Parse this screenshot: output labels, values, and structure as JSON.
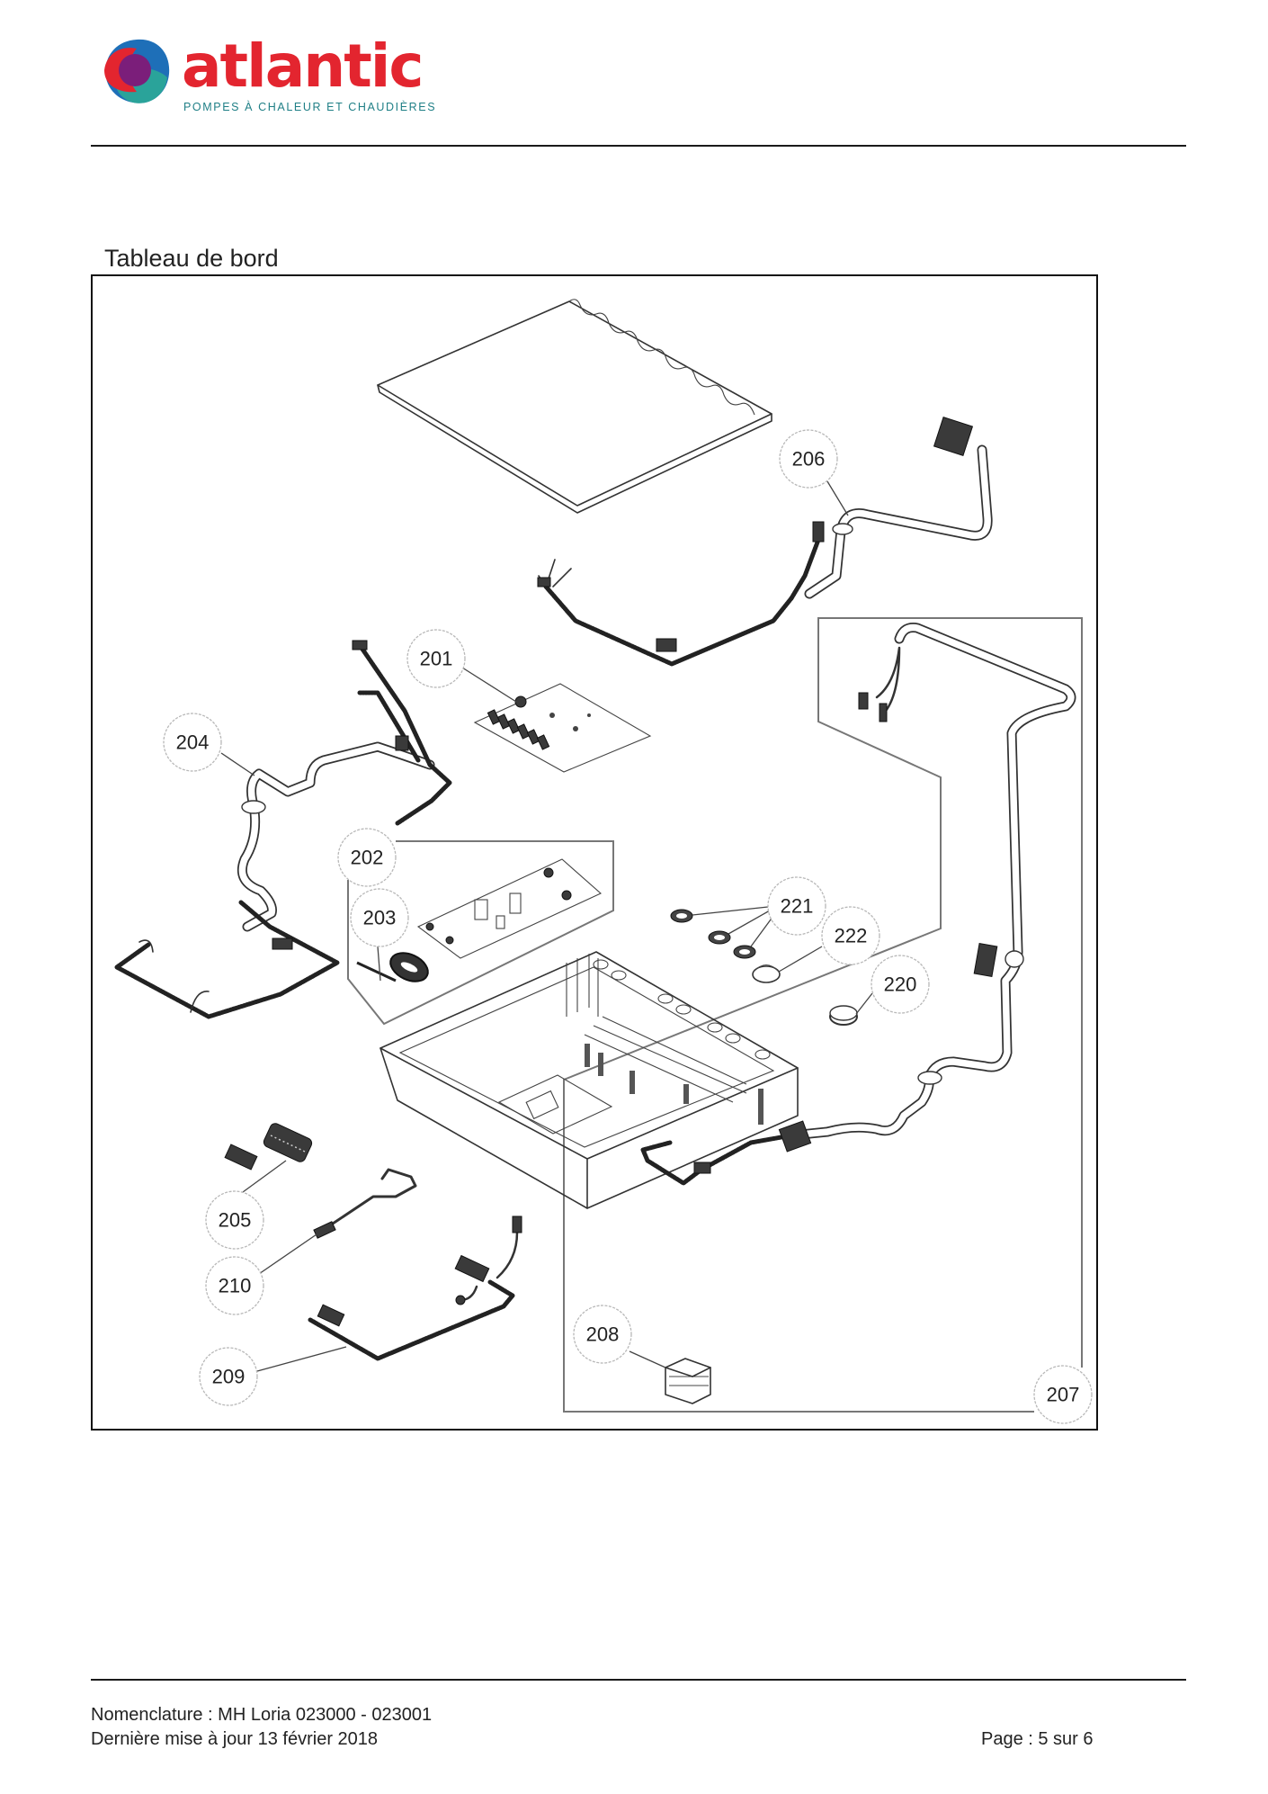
{
  "header": {
    "brand_name": "atlantic",
    "brand_tagline": "POMPES À CHALEUR ET CHAUDIÈRES",
    "logo_icon": "atlantic-logo-icon",
    "brand_colors": {
      "red": "#e3252f",
      "purple": "#7b1e7a",
      "blue": "#1e6fb8",
      "teal": "#2aa39a",
      "tagline": "#1f7f86"
    }
  },
  "section": {
    "title": "Tableau de bord"
  },
  "diagram": {
    "callouts": [
      {
        "id": "201",
        "label": "201"
      },
      {
        "id": "202",
        "label": "202"
      },
      {
        "id": "203",
        "label": "203"
      },
      {
        "id": "204",
        "label": "204"
      },
      {
        "id": "205",
        "label": "205"
      },
      {
        "id": "206",
        "label": "206"
      },
      {
        "id": "207",
        "label": "207"
      },
      {
        "id": "208",
        "label": "208"
      },
      {
        "id": "209",
        "label": "209"
      },
      {
        "id": "210",
        "label": "210"
      },
      {
        "id": "220",
        "label": "220"
      },
      {
        "id": "221",
        "label": "221"
      },
      {
        "id": "222",
        "label": "222"
      }
    ]
  },
  "footer": {
    "nomenclature": "Nomenclature : MH Loria 023000 - 023001",
    "updated": "Dernière mise à jour 13 février 2018",
    "page": "Page : 5 sur 6"
  }
}
